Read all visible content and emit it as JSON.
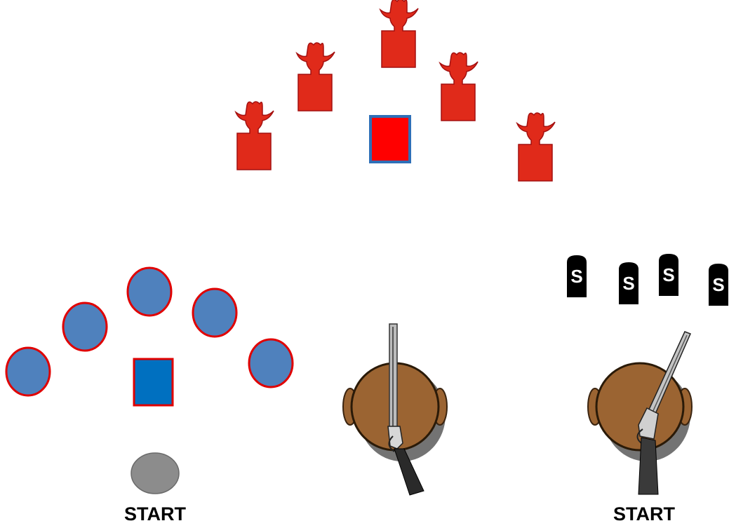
{
  "labels": {
    "start_left": "START",
    "start_right": "START"
  },
  "plate_letter": "S",
  "colors": {
    "silhouette_fill": "#e02a1a",
    "silhouette_stroke": "#a31010",
    "red_box_fill": "#ff0000",
    "red_box_border": "#2e6fb8",
    "blue_target_fill": "#4f81bd",
    "blue_target_border": "#e00000",
    "blue_box_fill": "#0070c0",
    "start_marker": "#8c8c8c",
    "shooter_head": "#9b6432",
    "shooter_shadow": "#5a5a5a",
    "plate_fill": "#000000"
  },
  "icons": [
    "cowboy-silhouette-icon",
    "shooter-topdown-icon",
    "rifle-icon",
    "shotgun-icon",
    "knockdown-plate-icon"
  ]
}
